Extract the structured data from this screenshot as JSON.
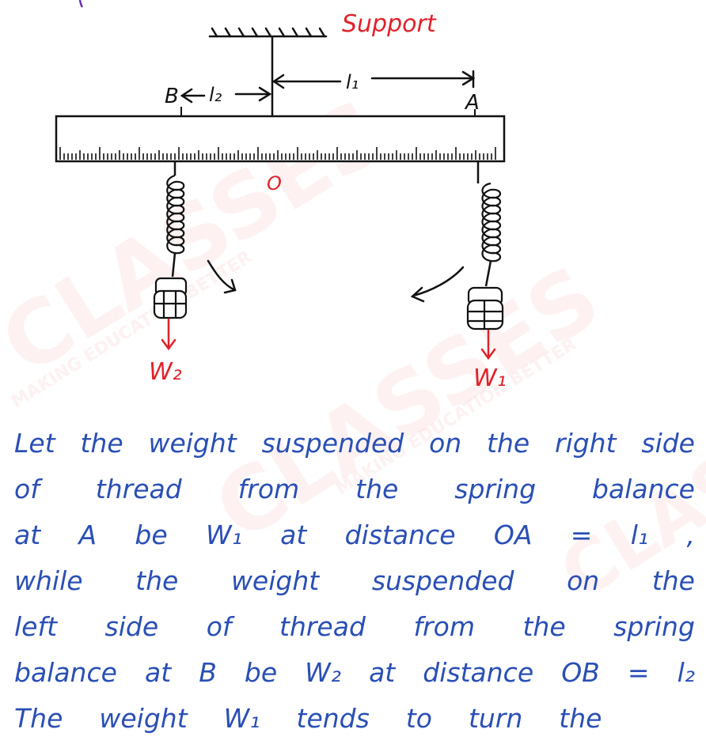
{
  "diagram": {
    "labels": {
      "support": "Support",
      "point_b": "B",
      "point_a": "A",
      "l2": "l₂",
      "l1": "l₁",
      "origin": "O",
      "w2": "W₂",
      "w1": "W₁"
    },
    "colors": {
      "ink": "#111111",
      "label_red": "#e0222a",
      "text_blue": "#2a4fb5"
    }
  },
  "watermark": {
    "text": "CLASSES",
    "sub": "MAKING EDUCATION BETTER"
  },
  "text_lines": [
    "Let the weight suspended on the right side",
    "of thread from the spring balance",
    "at A be W₁ at distance OA = l₁ ,",
    "while the weight suspended on the",
    "left side of thread from the spring",
    "balance at B be W₂ at distance OB = l₂",
    "The weight W₁ tends to turn the"
  ]
}
